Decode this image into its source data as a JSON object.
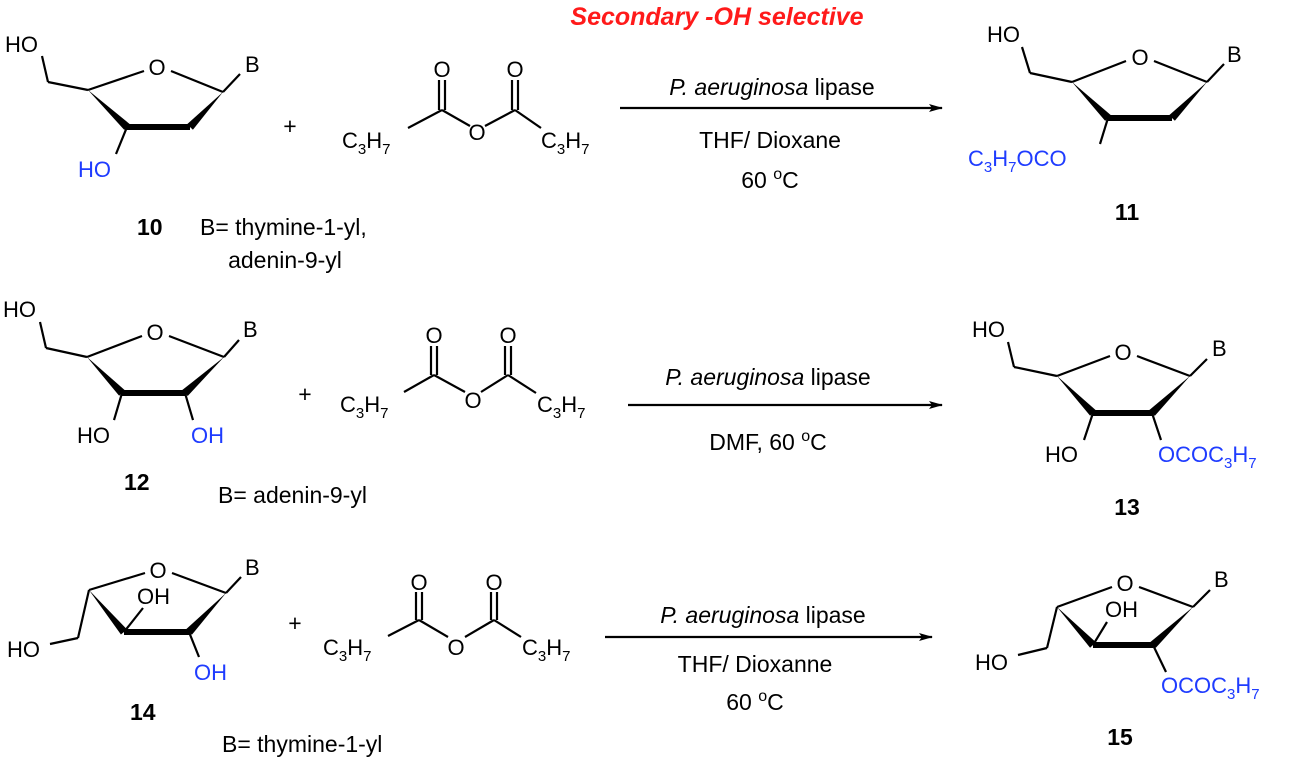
{
  "title": "Secondary -OH selective",
  "colors": {
    "highlight": "#1f3cff",
    "title": "#ff1a1a"
  },
  "common": {
    "plus": "+",
    "c3h7": "C3H7",
    "O": "O",
    "B": "B",
    "HO": "HO",
    "OH": "OH"
  },
  "reactions": [
    {
      "reactant_number": "10",
      "base_line1": "B= thymine-1-yl,",
      "base_line2": "adenin-9-yl",
      "reagent": {
        "italic": "P. aeruginosa",
        "rest": " lipase"
      },
      "conditions": [
        "THF/ Dioxane",
        "60 °C"
      ],
      "product_number": "11",
      "product_ester": "C3H7OCO"
    },
    {
      "reactant_number": "12",
      "base_line1": "B= adenin-9-yl",
      "reagent": {
        "italic": "P. aeruginosa",
        "rest": " lipase"
      },
      "conditions": [
        "DMF, 60 °C"
      ],
      "product_number": "13",
      "product_ester": "OCOC3H7"
    },
    {
      "reactant_number": "14",
      "base_line1": "B= thymine-1-yl",
      "reagent": {
        "italic": "P. aeruginosa",
        "rest": " lipase"
      },
      "conditions": [
        "THF/ Dioxanne",
        "60 °C"
      ],
      "product_number": "15",
      "product_ester": "OCOC3H7"
    }
  ]
}
